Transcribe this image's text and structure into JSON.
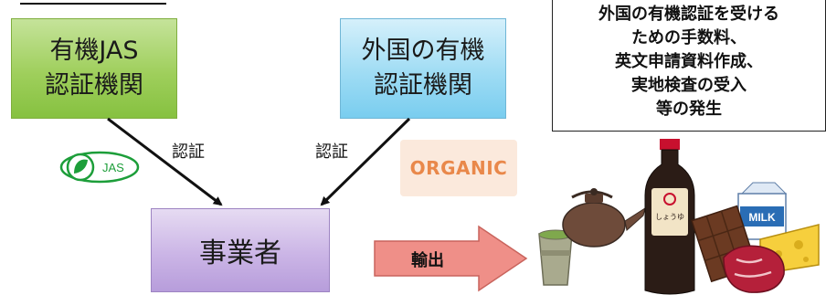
{
  "jas_body": {
    "line1": "有機JAS",
    "line2": "認証機関"
  },
  "foreign_body": {
    "line1": "外国の有機",
    "line2": "認証機関"
  },
  "operator": {
    "label": "事業者"
  },
  "certification": {
    "left_label": "認証",
    "right_label": "認証"
  },
  "jas_mark": {
    "text": "JAS"
  },
  "organic_mark": {
    "text": "ORGANIC"
  },
  "export": {
    "label": "輸出"
  },
  "note": {
    "lines": [
      "外国の有機認証を受ける",
      "ための手数料、",
      "英文申請資料作成、",
      "実地検査の受入",
      "等の発生"
    ]
  },
  "colors": {
    "jas_box": "#9fcf5c",
    "foreign_box": "#9fdcf4",
    "operator_box": "#cbb5e6",
    "export_arrow": "#ef8f88",
    "jas_mark": "#1d9e3a",
    "organic_text": "#e9884a"
  },
  "product_icons": [
    "tea-cup-icon",
    "teapot-icon",
    "soy-sauce-bottle-icon",
    "milk-carton-icon",
    "chocolate-icon",
    "cheese-icon",
    "meat-icon"
  ],
  "product_labels": {
    "soy_sauce": "しょうゆ",
    "milk": "MILK"
  }
}
